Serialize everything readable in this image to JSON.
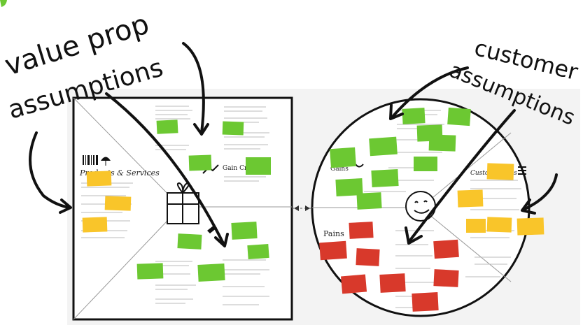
{
  "annotations": {
    "value_prop_line1": "value prop",
    "value_prop_line2": "assumptions",
    "customer_line1": "customer",
    "customer_line2": "assumptions"
  },
  "canvas_labels": {
    "products_services": "Products & Services",
    "gain_creators": "Gain Creators",
    "gains": "Gains",
    "customer_jobs": "Customer Jobs",
    "pains": "Pains"
  },
  "colors": {
    "green_note": "#6cc832",
    "yellow_note": "#f9c52a",
    "red_note": "#d8392b",
    "ink": "#111111"
  }
}
